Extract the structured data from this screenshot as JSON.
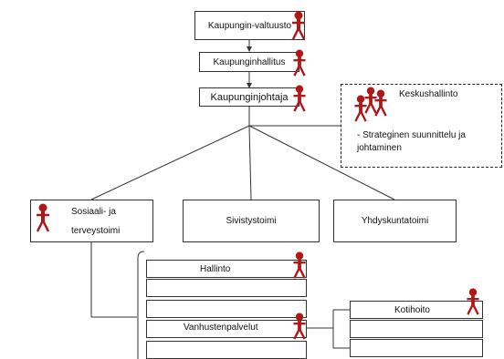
{
  "diagram": {
    "top": {
      "council": "Kaupungin-valtuusto",
      "board": "Kaupunginhallitus",
      "mayor": "Kaupunginjohtaja"
    },
    "central_admin": {
      "title": "Keskushallinto",
      "desc_line1": "- Strateginen suunnittelu ja",
      "desc_line2": "johtaminen"
    },
    "departments": {
      "social_line1": "Sosiaali- ja",
      "social_line2": "terveystoimi",
      "education": "Sivistystoimi",
      "community": "Yhdyskuntatoimi"
    },
    "sub_units": {
      "administration": "Hallinto",
      "elderly": "Vanhustenpalvelut",
      "home_care": "Kotihoito"
    },
    "colors": {
      "person": "#b01818",
      "line": "#333333"
    },
    "icons": [
      "person-icon"
    ]
  }
}
